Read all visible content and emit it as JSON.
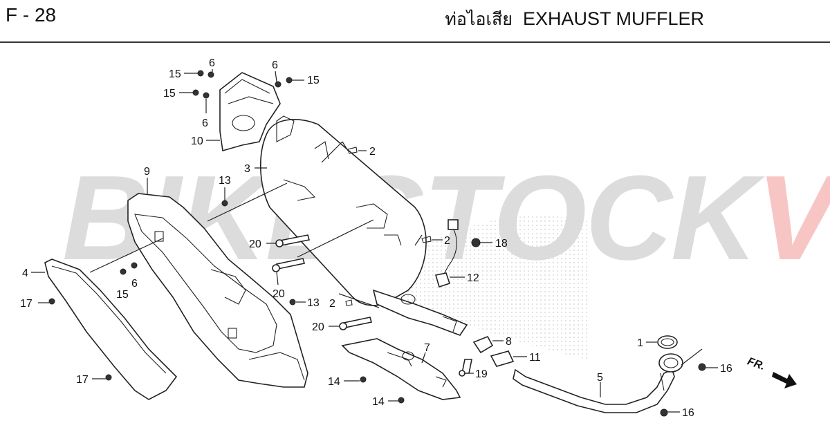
{
  "header": {
    "page_code": "F - 28",
    "title_thai": "ท่อไอเสีย",
    "title_en": "EXHAUST MUFFLER"
  },
  "watermark": {
    "part_a": "BIKESTOCK",
    "part_b": "VN"
  },
  "fr_arrow": {
    "label": "FR."
  },
  "callouts": [
    {
      "id": "c15a",
      "text": "15"
    },
    {
      "id": "c6a",
      "text": "6"
    },
    {
      "id": "c6b",
      "text": "6"
    },
    {
      "id": "c15b",
      "text": "15"
    },
    {
      "id": "c15c",
      "text": "15"
    },
    {
      "id": "c6c",
      "text": "6"
    },
    {
      "id": "c10",
      "text": "10"
    },
    {
      "id": "c2a",
      "text": "2"
    },
    {
      "id": "c3",
      "text": "3"
    },
    {
      "id": "c9",
      "text": "9"
    },
    {
      "id": "c13a",
      "text": "13"
    },
    {
      "id": "c20a",
      "text": "20"
    },
    {
      "id": "c2b",
      "text": "2"
    },
    {
      "id": "c18",
      "text": "18"
    },
    {
      "id": "c4",
      "text": "4"
    },
    {
      "id": "c15d",
      "text": "15"
    },
    {
      "id": "c6d",
      "text": "6"
    },
    {
      "id": "c12",
      "text": "12"
    },
    {
      "id": "c20b",
      "text": "20"
    },
    {
      "id": "c17a",
      "text": "17"
    },
    {
      "id": "c2c",
      "text": "2"
    },
    {
      "id": "c13b",
      "text": "13"
    },
    {
      "id": "c20c",
      "text": "20"
    },
    {
      "id": "c1",
      "text": "1"
    },
    {
      "id": "c7",
      "text": "7"
    },
    {
      "id": "c8",
      "text": "8"
    },
    {
      "id": "c11",
      "text": "11"
    },
    {
      "id": "c16a",
      "text": "16"
    },
    {
      "id": "c5",
      "text": "5"
    },
    {
      "id": "c19",
      "text": "19"
    },
    {
      "id": "c17b",
      "text": "17"
    },
    {
      "id": "c14a",
      "text": "14"
    },
    {
      "id": "c14b",
      "text": "14"
    },
    {
      "id": "c16b",
      "text": "16"
    }
  ]
}
